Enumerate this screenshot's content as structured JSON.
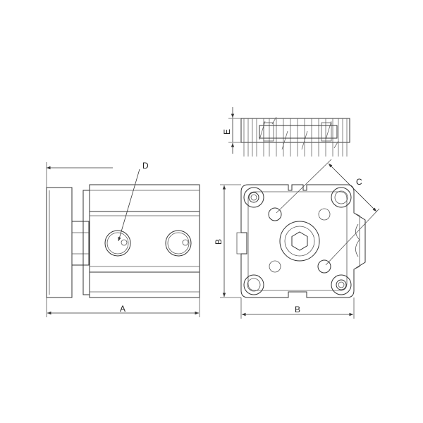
{
  "labels": {
    "a": "A",
    "b_vertical": "B",
    "b_horizontal": "B",
    "c": "C",
    "d": "D",
    "e": "E"
  },
  "colors": {
    "line": "#333333",
    "light_fill": "#f4f4f4",
    "mid_fill": "#d9d9d9",
    "hatch": "#666666"
  }
}
